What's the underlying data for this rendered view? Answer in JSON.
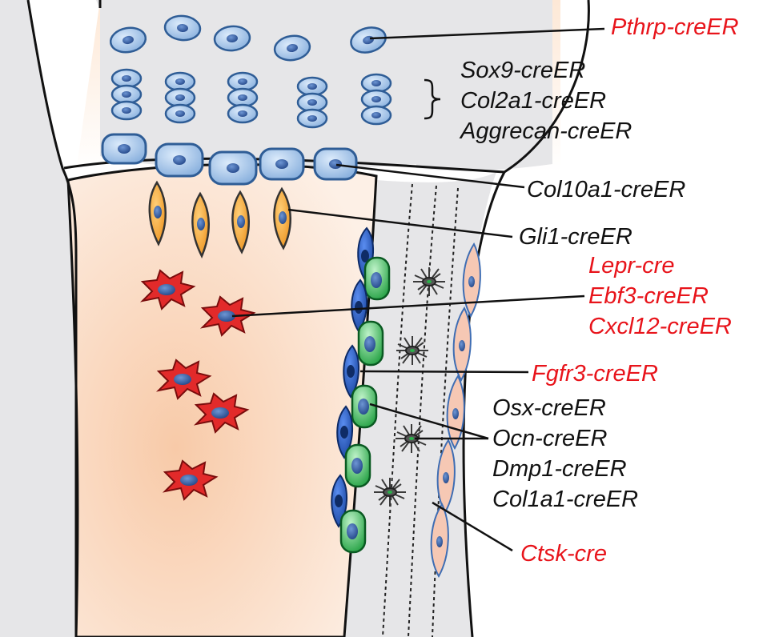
{
  "labels": {
    "pthrp": "Pthrp-creER",
    "sox9": "Sox9-creER",
    "col2a1": "Col2a1-creER",
    "aggrecan": "Aggrecan-creER",
    "col10a1": "Col10a1-creER",
    "gli1": "Gli1-creER",
    "lepr": "Lepr-cre",
    "ebf3": "Ebf3-creER",
    "cxcl12": "Cxcl12-creER",
    "fgfr3": "Fgfr3-creER",
    "osx": "Osx-creER",
    "ocn": "Ocn-creER",
    "dmp1": "Dmp1-creER",
    "col1a1": "Col1a1-creER",
    "ctsk": "Ctsk-cre"
  },
  "colors": {
    "red_label": "#e8141b",
    "black_label": "#111111",
    "cartilage": "#e6e6e8",
    "marrow": "#fbe3d3",
    "chondrocyte": "#a8c8ec",
    "chondrocyte_nucleus": "#3e6db3",
    "hypertrophic_edge": "#2f5d96",
    "gli1_cell": "#f29a1e",
    "stromal_cell": "#e22a2a",
    "osteoblast_blue": "#1f59c2",
    "osteoblast_green": "#2bb24a",
    "osteocyte": "#3a3a3a",
    "periosteal_cell": "#f6c8b4"
  }
}
